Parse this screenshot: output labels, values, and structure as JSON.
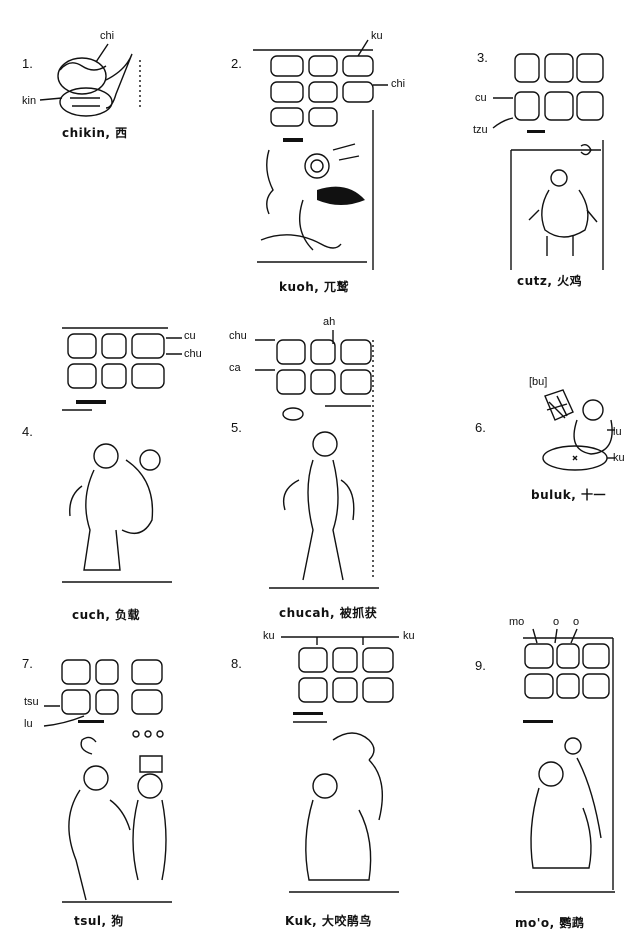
{
  "panels": [
    {
      "num": "1.",
      "caption": "chikin, 西",
      "labels": [
        "chi",
        "kin"
      ]
    },
    {
      "num": "2.",
      "caption": "kuoh, 兀鹫",
      "labels": [
        "ku",
        "chi"
      ]
    },
    {
      "num": "3.",
      "caption": "cutz, 火鸡",
      "labels": [
        "cu",
        "tzu"
      ]
    },
    {
      "num": "4.",
      "caption": "cuch, 负载",
      "labels": [
        "cu",
        "chu"
      ]
    },
    {
      "num": "5.",
      "caption": "chucah, 被抓获",
      "labels": [
        "ah",
        "chu",
        "ca"
      ]
    },
    {
      "num": "6.",
      "caption": "buluk, 十一",
      "labels": [
        "[bu]",
        "lu",
        "ku"
      ]
    },
    {
      "num": "7.",
      "caption": "tsul, 狗",
      "labels": [
        "tsu",
        "lu"
      ]
    },
    {
      "num": "8.",
      "caption": "Kuk, 大咬鹃鸟",
      "labels": [
        "ku",
        "ku"
      ]
    },
    {
      "num": "9.",
      "caption": "mo'o, 鹦鹉",
      "labels": [
        "mo",
        "o",
        "o"
      ]
    }
  ]
}
